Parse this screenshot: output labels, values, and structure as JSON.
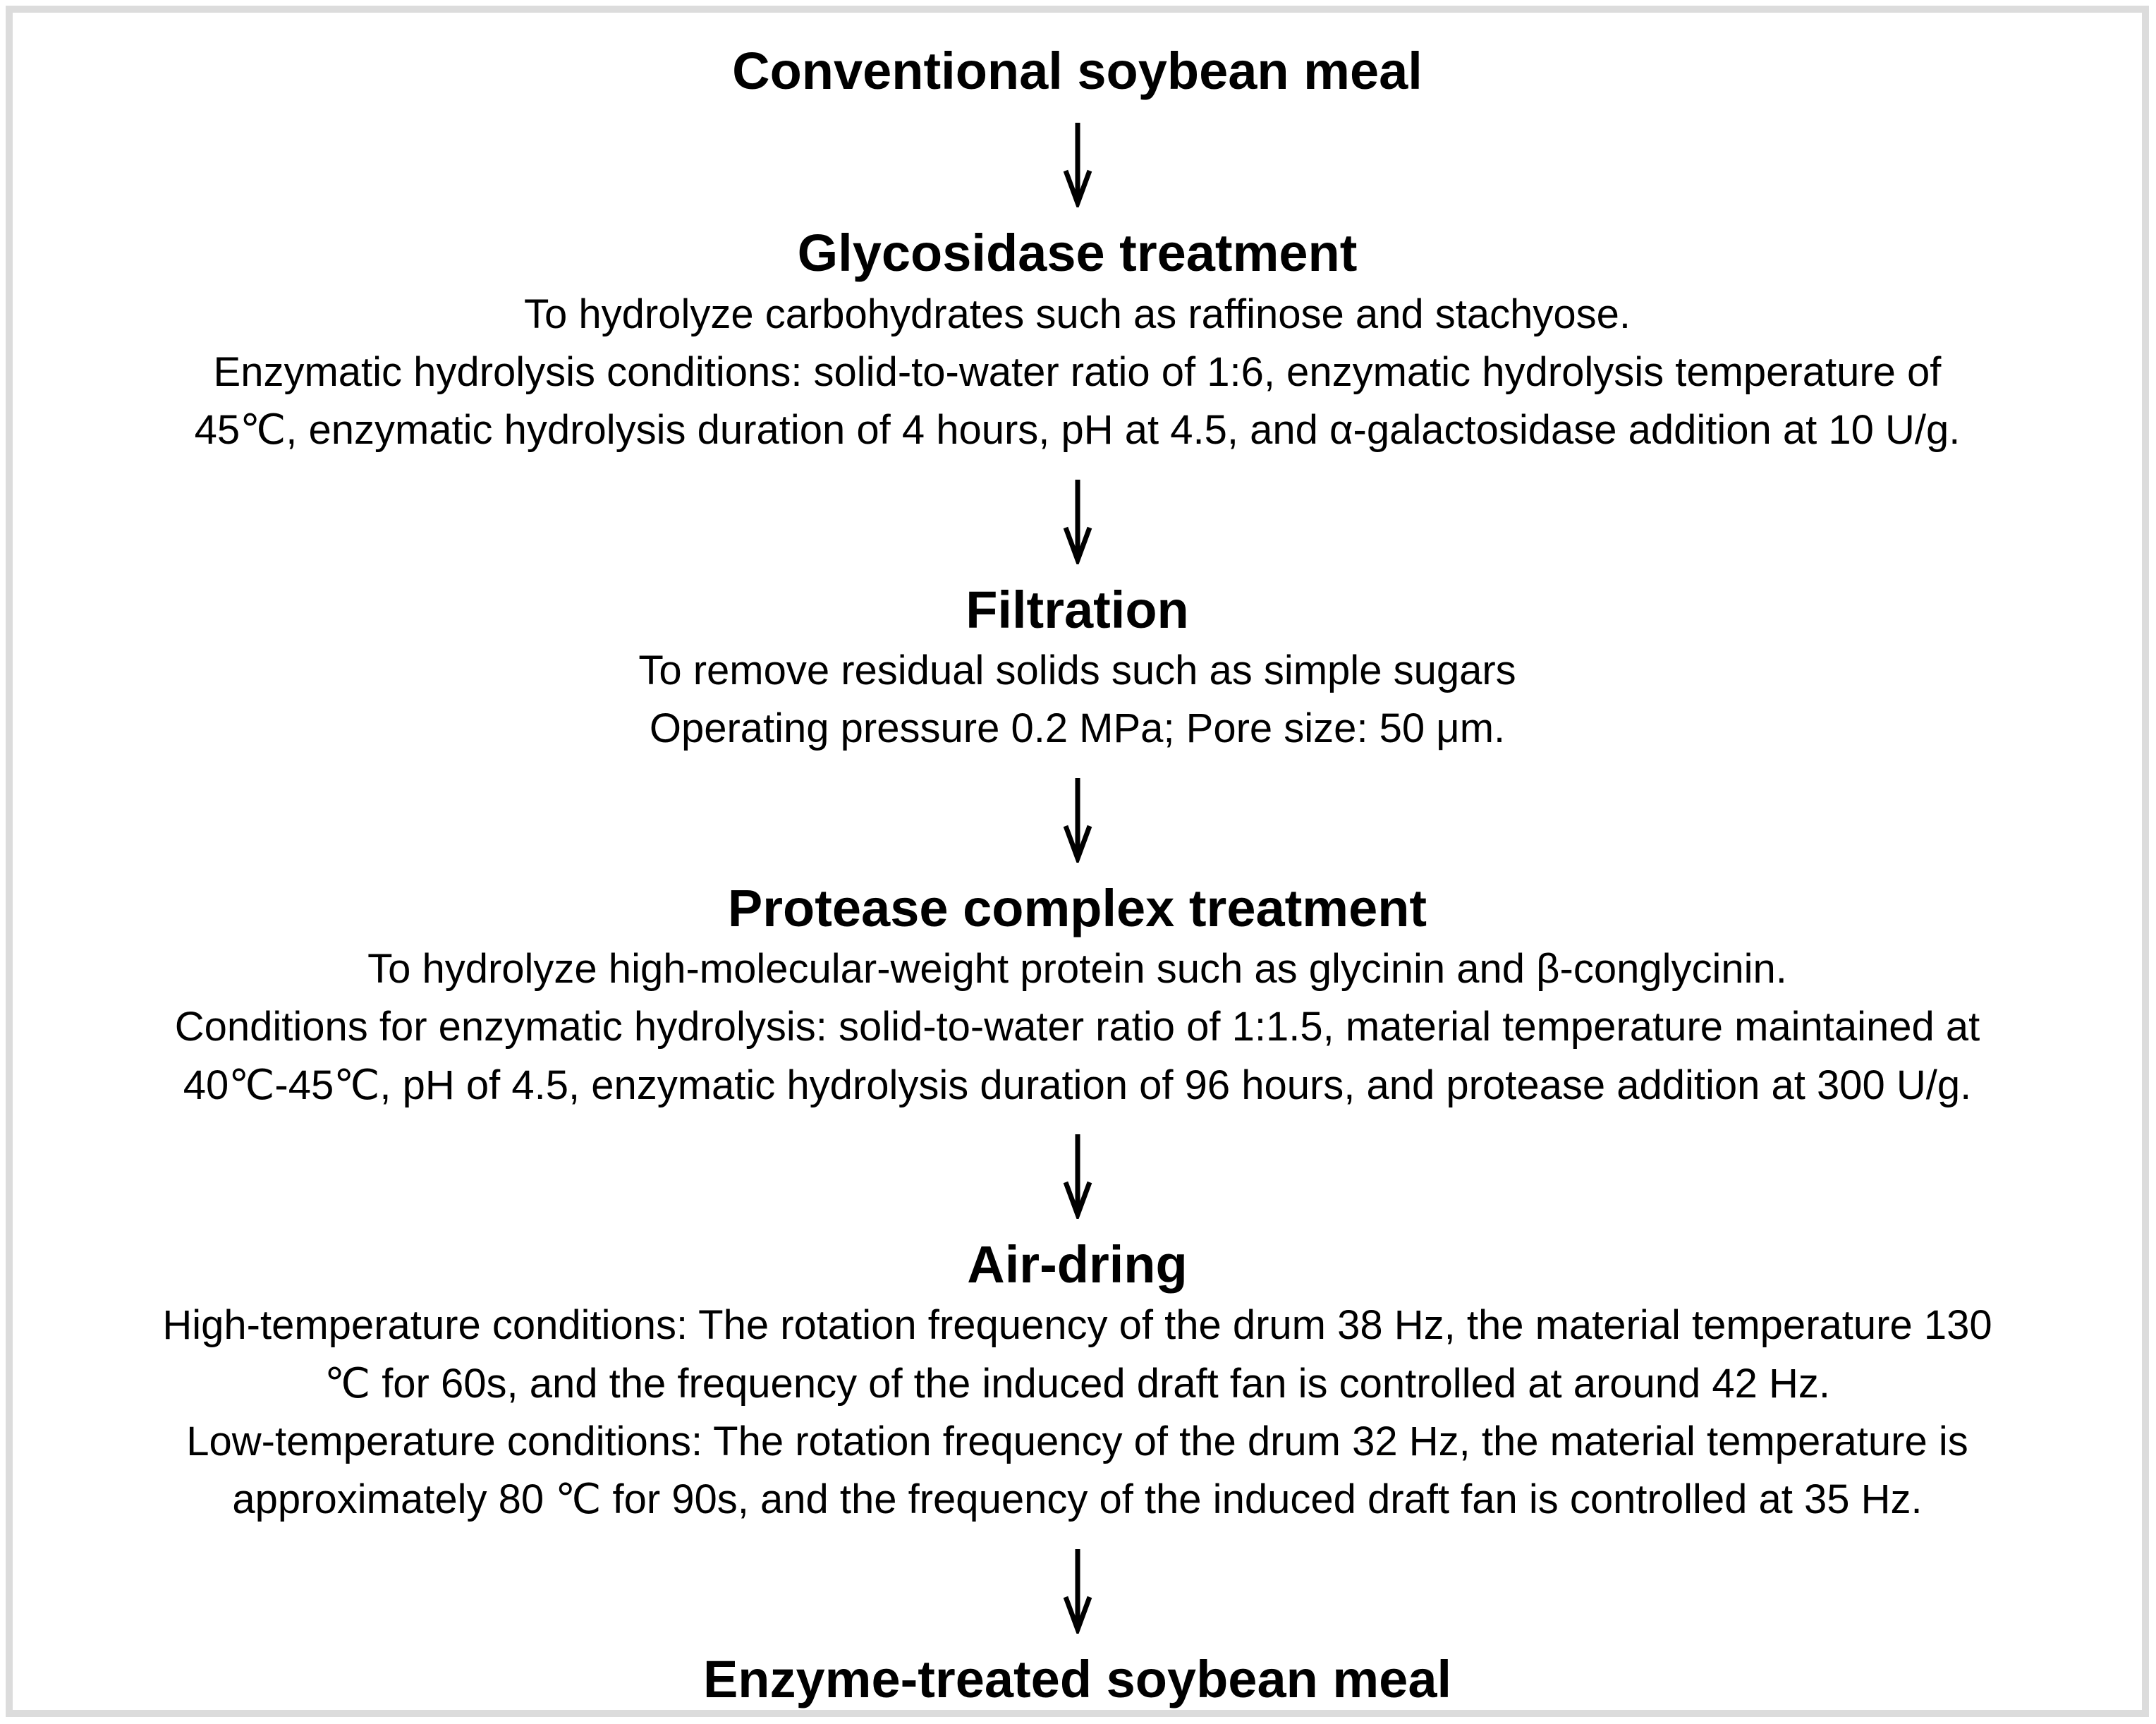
{
  "flowchart": {
    "colors": {
      "text": "#000000",
      "frame_border": "#dcdcdc",
      "background": "#ffffff",
      "arrow": "#000000"
    },
    "nodes": [
      {
        "title": "Conventional soybean meal",
        "lines": []
      },
      {
        "title": "Glycosidase treatment",
        "lines": [
          "To hydrolyze carbohydrates such as raffinose and stachyose.",
          "Enzymatic hydrolysis conditions: solid-to-water ratio of 1:6, enzymatic hydrolysis temperature of",
          "45℃, enzymatic hydrolysis duration of 4 hours, pH at 4.5, and α-galactosidase addition at 10 U/g."
        ]
      },
      {
        "title": "Filtration",
        "lines": [
          "To remove residual solids such as simple sugars",
          "Operating pressure 0.2 MPa; Pore size: 50 μm."
        ]
      },
      {
        "title": "Protease complex treatment",
        "lines": [
          "To hydrolyze high-molecular-weight protein such as glycinin and β-conglycinin.",
          "Conditions for enzymatic hydrolysis: solid-to-water ratio of 1:1.5, material temperature maintained at",
          "40℃-45℃, pH of 4.5, enzymatic hydrolysis duration of 96 hours, and protease addition at 300 U/g."
        ]
      },
      {
        "title": "Air-dring",
        "lines": [
          "High-temperature conditions: The rotation frequency of the drum 38 Hz, the material temperature 130",
          "℃ for 60s, and the frequency of the induced draft fan is controlled at around 42 Hz.",
          "Low-temperature conditions: The rotation frequency of the drum 32 Hz, the material temperature is",
          "approximately 80 ℃ for 90s, and the frequency of the induced draft fan is controlled at 35 Hz."
        ]
      },
      {
        "title": "Enzyme-treated soybean meal",
        "lines": []
      }
    ]
  }
}
